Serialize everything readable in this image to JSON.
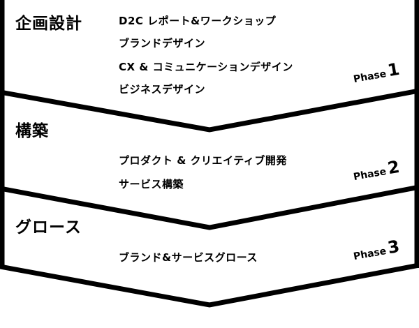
{
  "phases": [
    {
      "title": "企画設計",
      "items": [
        "D2C レポート&ワークショップ",
        "ブランドデザイン",
        "CX & コミュニケーションデザイン",
        "ビジネスデザイン"
      ],
      "phase_word": "Phase",
      "phase_num": "1"
    },
    {
      "title": "構築",
      "items": [
        "プロダクト & クリエイティブ開発",
        "サービス構築"
      ],
      "phase_word": "Phase",
      "phase_num": "2"
    },
    {
      "title": "グロース",
      "items": [
        "ブランド&サービスグロース"
      ],
      "phase_word": "Phase",
      "phase_num": "3"
    }
  ]
}
